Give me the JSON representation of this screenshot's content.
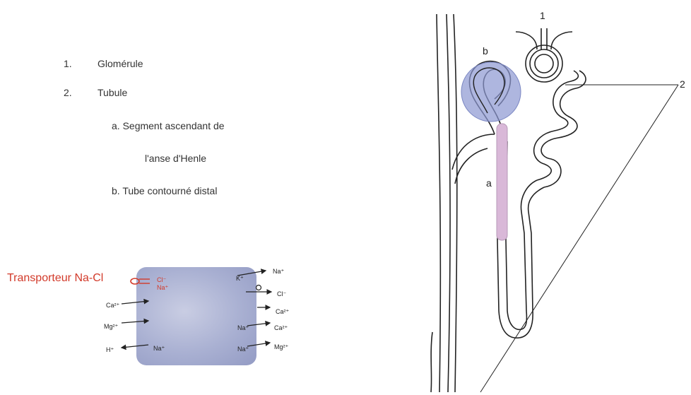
{
  "legend": {
    "item1_num": "1.",
    "item1_label": "Glomérule",
    "item2_num": "2.",
    "item2_label": "Tubule",
    "item2a": "a.  Segment ascendant de",
    "item2a_cont": "l'anse d'Henle",
    "item2b": "b. Tube contourné distal"
  },
  "cell": {
    "transporter_label": "Transporteur Na-Cl",
    "apical_in": [
      "Cl⁻",
      "Na⁺"
    ],
    "left_ions": [
      "Ca²⁺",
      "Mg²⁺",
      "H⁺",
      "Na⁺"
    ],
    "right_ions": [
      "K⁺",
      "Na⁺",
      "Cl⁻",
      "Ca²⁺",
      "Na⁺",
      "Ca²⁺",
      "Na⁺",
      "Mg²⁺"
    ]
  },
  "nephron": {
    "label_1": "1",
    "label_2": "2",
    "label_a": "a",
    "label_b": "b"
  },
  "colors": {
    "transporter": "#d23a2a",
    "cell_fill": "#a9b0d2",
    "highlight_b": "#8b97d1",
    "highlight_a": "#d9b8d8"
  }
}
